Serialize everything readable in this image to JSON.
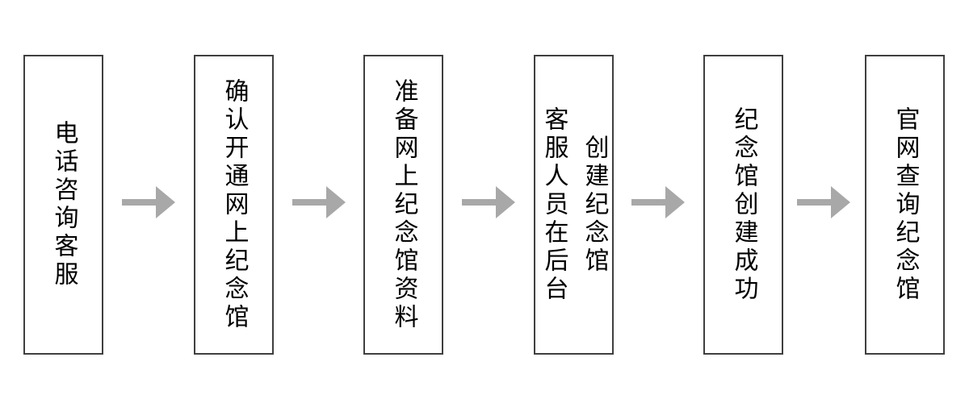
{
  "flowchart": {
    "steps": [
      {
        "label": "电话咨询客服"
      },
      {
        "label": "确认开通网上纪念馆"
      },
      {
        "label": "准备网上纪念馆资料"
      },
      {
        "columns": [
          "客服人员在后台",
          "创建纪念馆"
        ]
      },
      {
        "label": "纪念馆创建成功"
      },
      {
        "label": "官网查询纪念馆"
      }
    ],
    "colors": {
      "box_border": "#3f3f3f",
      "text": "#000000",
      "arrow": "#a8a8a8",
      "background": "#ffffff"
    },
    "arrow_icon": "right-arrow"
  }
}
